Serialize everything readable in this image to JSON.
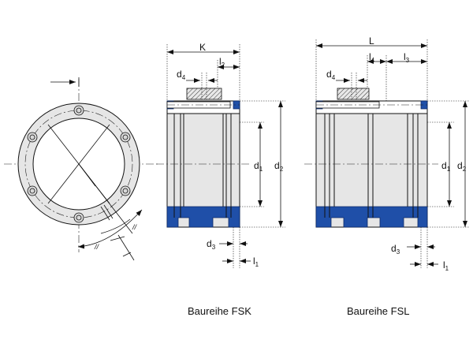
{
  "views": {
    "fsk": {
      "caption": "Baureihe FSK",
      "labels": {
        "K": "K",
        "l2": "l",
        "l2_sub": "2",
        "d4": "d",
        "d4_sub": "4",
        "d1": "d",
        "d1_sub": "1",
        "d2": "d",
        "d2_sub": "2",
        "d3": "d",
        "d3_sub": "3",
        "l1": "l",
        "l1_sub": "1"
      }
    },
    "fsl": {
      "caption": "Baureihe FSL",
      "labels": {
        "L": "L",
        "l4": "l",
        "l4_sub": "4",
        "l3": "l",
        "l3_sub": "3",
        "d4": "d",
        "d4_sub": "4",
        "d1": "d",
        "d1_sub": "1",
        "d2": "d",
        "d2_sub": "2",
        "d3": "d",
        "d3_sub": "3",
        "l1": "l",
        "l1_sub": "1"
      }
    }
  },
  "colors": {
    "body_fill": "#e6e6e6",
    "flange_blue": "#1f4fa8",
    "line": "#111111"
  }
}
